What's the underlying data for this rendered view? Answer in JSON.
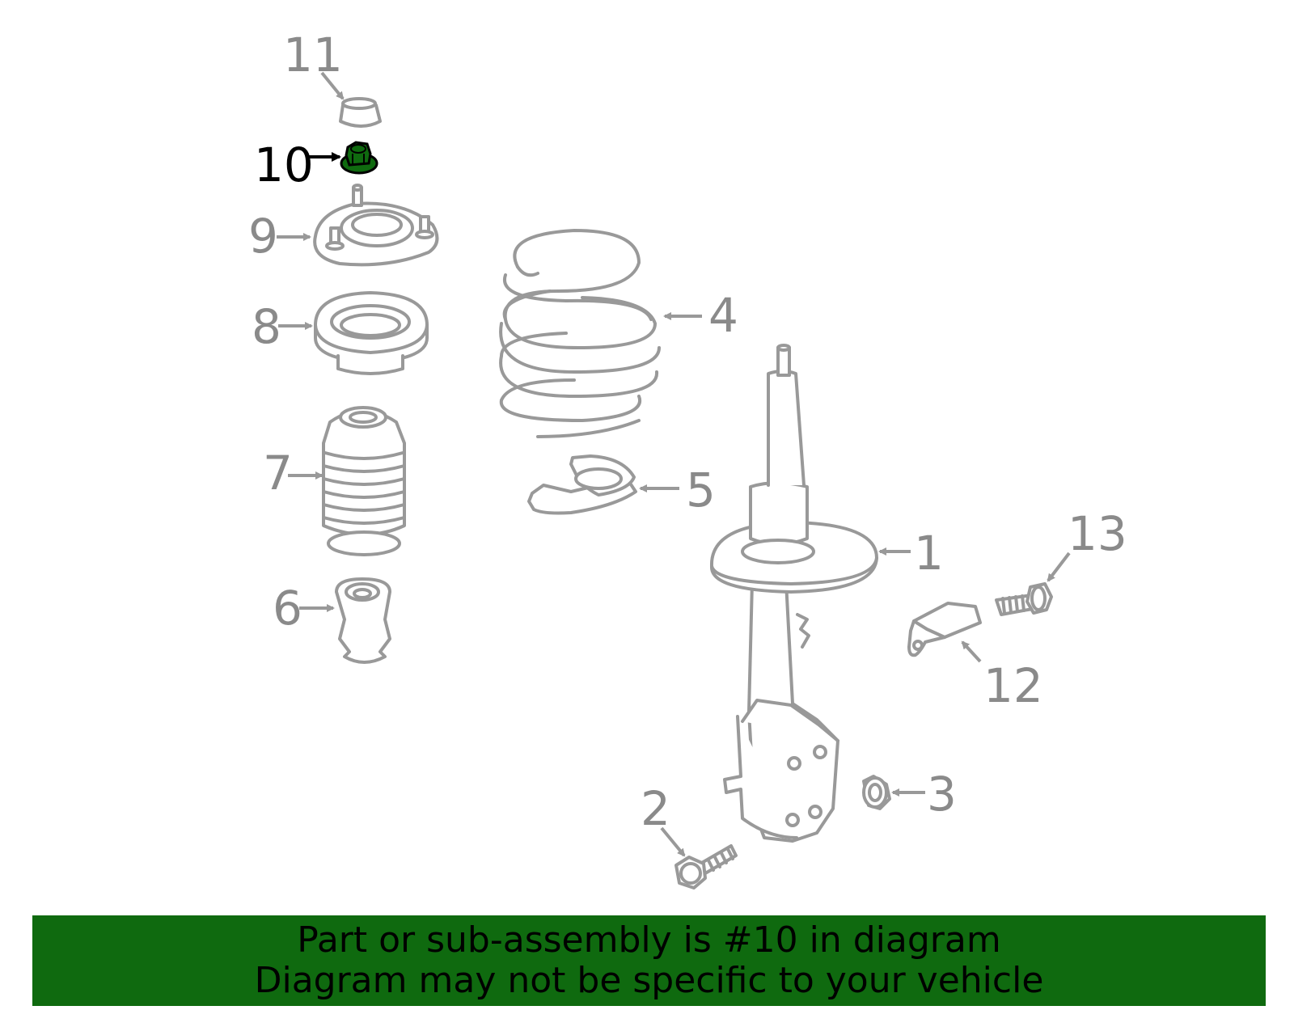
{
  "callouts": {
    "c1": "1",
    "c2": "2",
    "c3": "3",
    "c4": "4",
    "c5": "5",
    "c6": "6",
    "c7": "7",
    "c8": "8",
    "c9": "9",
    "c10": "10",
    "c11": "11",
    "c12": "12",
    "c13": "13"
  },
  "highlighted_part": "10",
  "colors": {
    "highlight": "#0f6a0f",
    "line_art": "#999999",
    "label": "#8a8a8a",
    "banner": "#0f6a0f"
  },
  "banner": {
    "line1": "Part or sub-assembly is #10 in diagram",
    "line2": "Diagram may not be specific to your vehicle"
  }
}
